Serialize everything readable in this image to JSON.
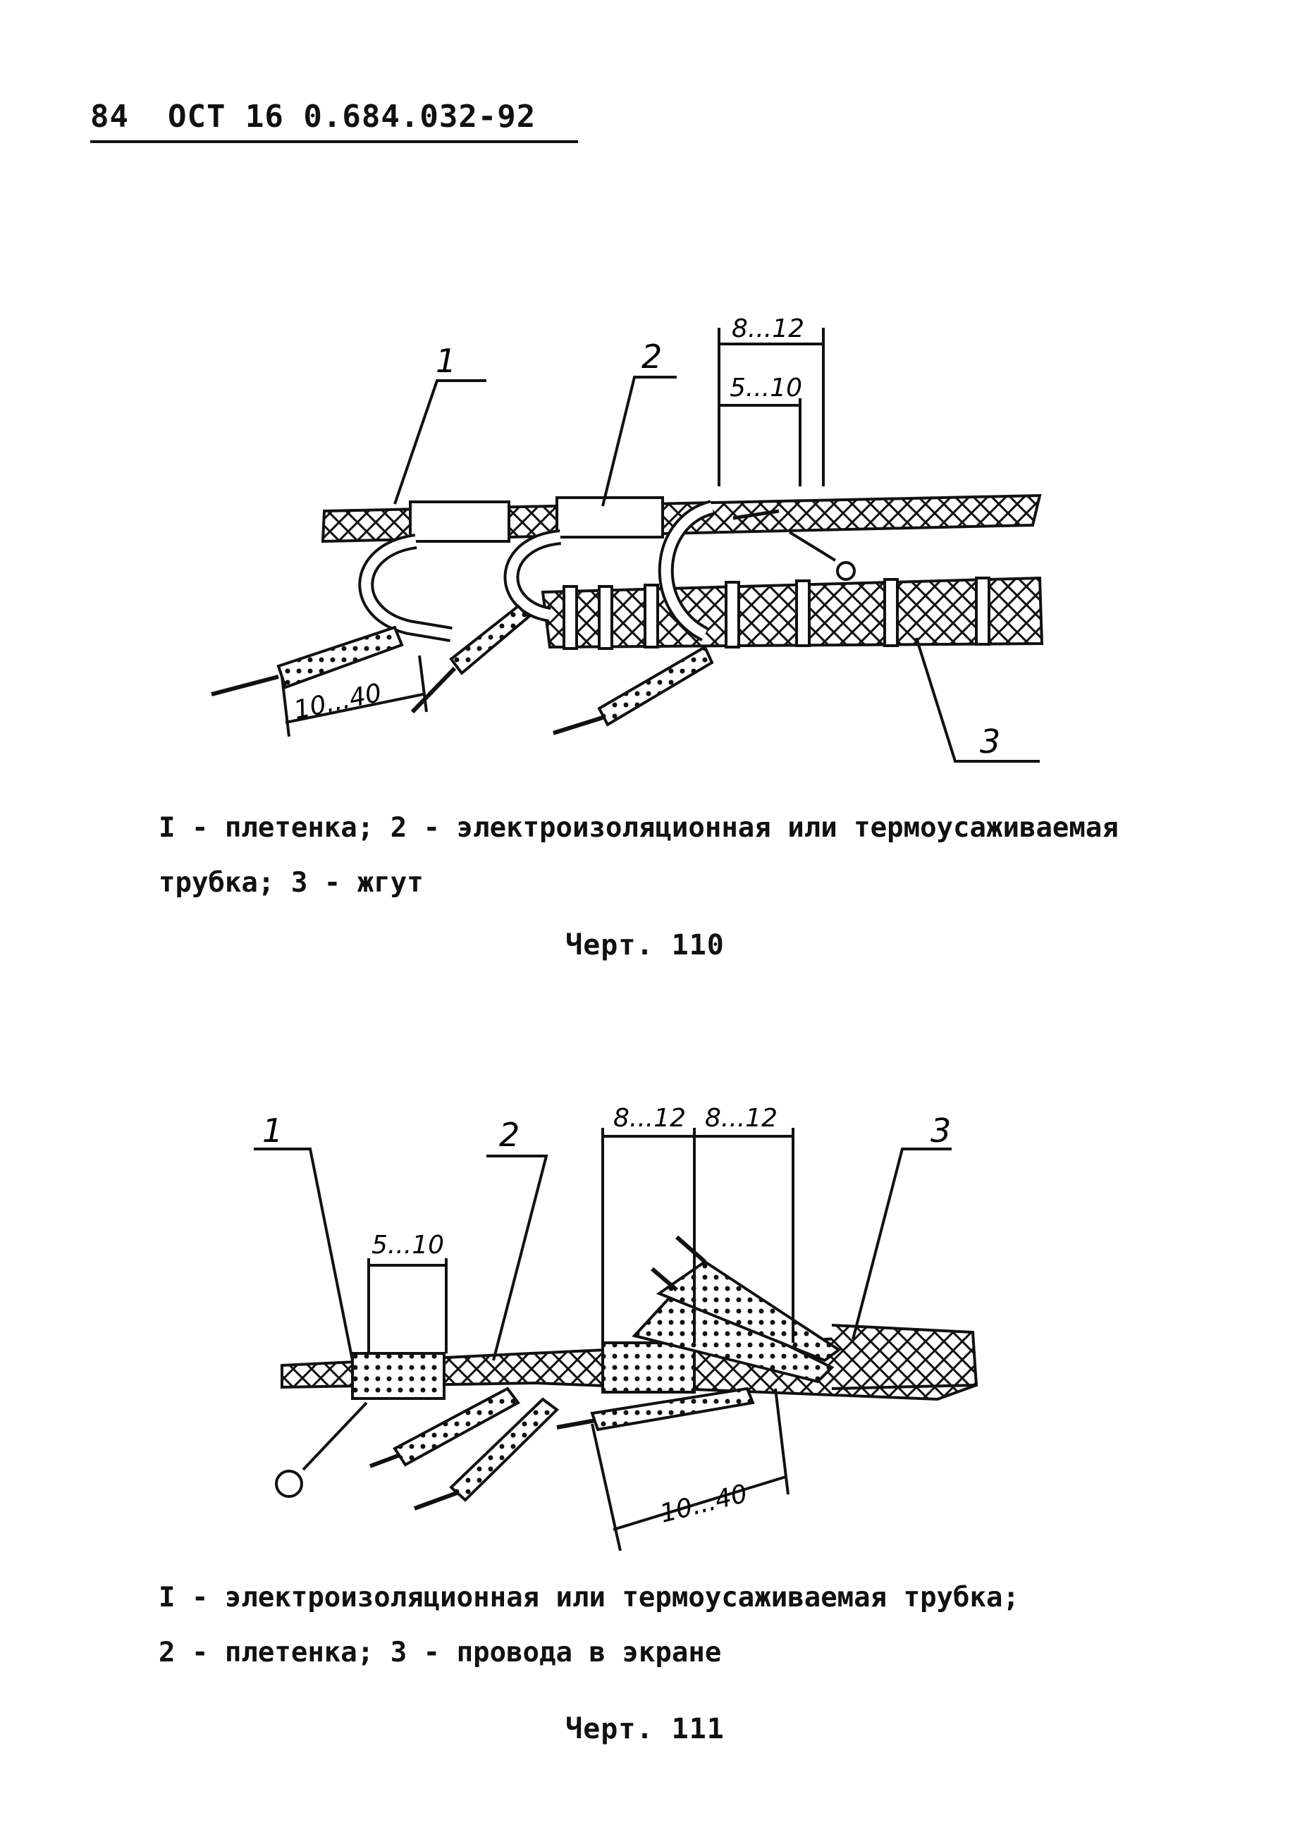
{
  "header": {
    "page_no": "84",
    "standard": "ОСТ 16 0.684.032-92"
  },
  "figure110": {
    "callouts": {
      "c1": "1",
      "c2": "2",
      "c3": "3"
    },
    "dims": {
      "d1": "8...12",
      "d2": "5...10",
      "d3": "10...40"
    },
    "caption_line1": "I - плетенка; 2 - электроизоляционная или термоусаживаемая",
    "caption_line2": "трубка;  3 - жгут",
    "label": "Черт. 110"
  },
  "figure111": {
    "callouts": {
      "c1": "1",
      "c2": "2",
      "c3": "3"
    },
    "dims": {
      "d1": "8...12",
      "d2": "8...12",
      "d3": "5...10",
      "d4": "10...40"
    },
    "caption_line1": "I - электроизоляционная или термоусаживаемая трубка;",
    "caption_line2": "2 - плетенка;  3 - провода в экране",
    "label": "Черт. 111"
  }
}
